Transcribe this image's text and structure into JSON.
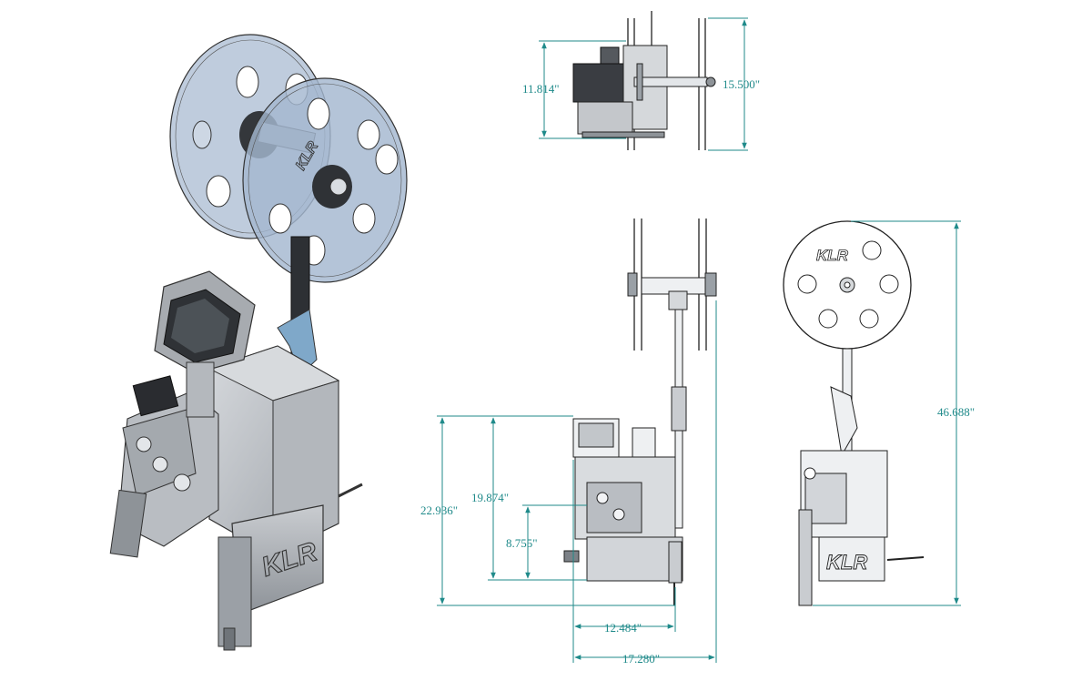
{
  "brand": "KLR",
  "dimensions": {
    "top_view_height": "11.814\"",
    "top_view_reel_height": "15.500\"",
    "overall_height": "22.936\"",
    "body_height": "19.874\"",
    "base_height": "8.755\"",
    "body_width": "12.484\"",
    "overall_width": "17.280\"",
    "total_height_with_reel": "46.688\""
  },
  "colors": {
    "dimension_line": "#1f8a8a",
    "machine_metal": "#b8bcc2",
    "machine_dark": "#5e6268",
    "reel_blue": "#9fb3cc",
    "bracket_blue": "#7fa8c9",
    "line": "#222222"
  }
}
